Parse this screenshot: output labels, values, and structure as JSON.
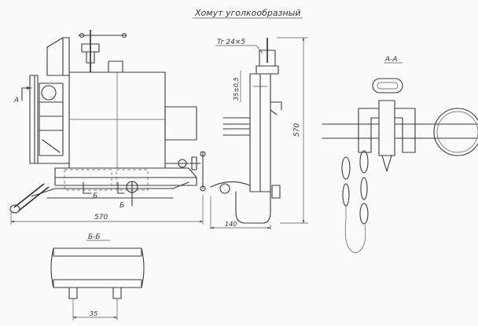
{
  "title": "Хомут уголкообразный",
  "labels": {
    "thread": "Tr 24×5",
    "dim_35": "35±0,5",
    "dim_570_vertical": "570",
    "dim_570_horizontal": "570",
    "dim_140": "140",
    "dim_35_bottom": "35",
    "section_aa_title": "А-А",
    "section_bb_title": "Б-Б",
    "section_mark_a": "А",
    "section_mark_b1": "Б",
    "section_mark_b2": "Б"
  }
}
